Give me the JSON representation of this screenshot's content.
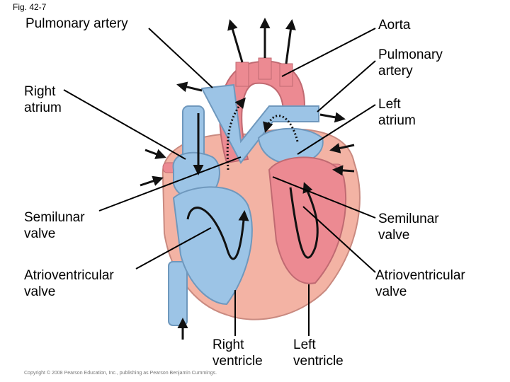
{
  "figure": {
    "label": "Fig. 42-7"
  },
  "labels": {
    "pulmonary_artery_left": "Pulmonary artery",
    "aorta": "Aorta",
    "pulmonary_artery_right": "Pulmonary\nartery",
    "right_atrium": "Right\natrium",
    "left_atrium": "Left\natrium",
    "semilunar_left": "Semilunar\nvalve",
    "semilunar_right": "Semilunar\nvalve",
    "av_left": "Atrioventricular\nvalve",
    "av_right": "Atrioventricular\nvalve",
    "right_ventricle": "Right\nventricle",
    "left_ventricle": "Left\nventricle"
  },
  "copyright": "Copyright © 2008 Pearson Education, Inc., publishing as Pearson Benjamin Cummings.",
  "colors": {
    "oxygenated": "#ec8a92",
    "deoxygenated": "#9cc4e6",
    "muscle": "#f3b3a4",
    "leader_line": "#000000"
  }
}
